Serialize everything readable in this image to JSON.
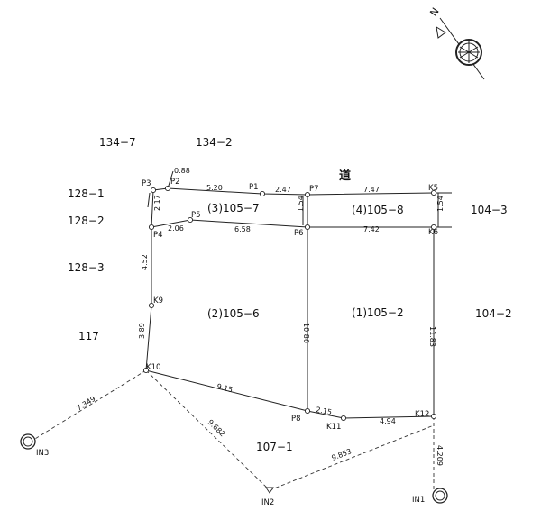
{
  "road_label": "道",
  "north_letter": "N",
  "parcels": {
    "p134_7": "134−7",
    "p134_2": "134−2",
    "p128_1": "128−1",
    "p128_2": "128−2",
    "p128_3": "128−3",
    "p117": "117",
    "p104_3": "104−3",
    "p104_2": "104−2",
    "p107_1": "107−1"
  },
  "lots": {
    "lot1": "(1)105−2",
    "lot2": "(2)105−6",
    "lot3": "(3)105−7",
    "lot4": "(4)105−8"
  },
  "points": {
    "P1": "P1",
    "P2": "P2",
    "P3": "P3",
    "P4": "P4",
    "P5": "P5",
    "P6": "P6",
    "P7": "P7",
    "P8": "P8",
    "K5": "K5",
    "K6": "K6",
    "K9": "K9",
    "K10": "K10",
    "K11": "K11",
    "K12": "K12",
    "IN1": "IN1",
    "IN2": "IN2",
    "IN3": "IN3"
  },
  "dims": {
    "d088": "0.88",
    "d520": "5.20",
    "d247": "2.47",
    "d747": "7.47",
    "d217": "2.17",
    "d154a": "1.54",
    "d154b": "1.54",
    "d206": "2.06",
    "d658": "6.58",
    "d742": "7.42",
    "d452": "4.52",
    "d389": "3.89",
    "d1086": "10.86",
    "d1183": "11.83",
    "d915": "9.15",
    "d215": "2.15",
    "d494": "4.94",
    "d7349": "7.349",
    "d9682": "9.682",
    "d9853": "9.853",
    "d4209": "4.209"
  }
}
